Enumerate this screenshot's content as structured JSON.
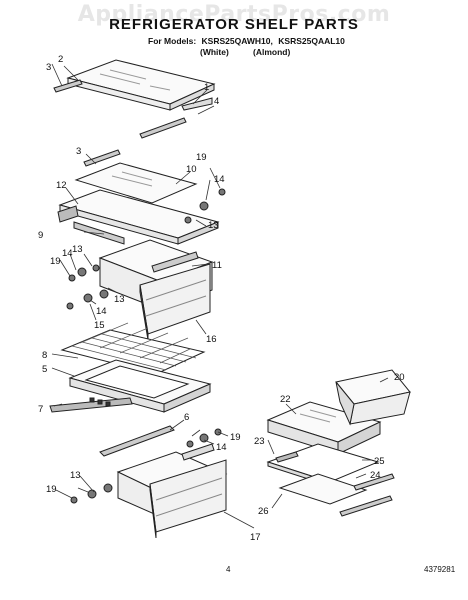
{
  "watermark": "AppliancePartsPros.com",
  "title": "REFRIGERATOR SHELF PARTS",
  "models": {
    "prefix": "For Models:",
    "white_model": "KSRS25QAWH10,",
    "almond_model": "KSRS25QAAL10",
    "white_label": "(White)",
    "almond_label": "(Almond)"
  },
  "callouts": [
    "1",
    "2",
    "3",
    "4",
    "3",
    "10",
    "12",
    "19",
    "14",
    "9",
    "13",
    "13",
    "14",
    "19",
    "11",
    "13",
    "14",
    "15",
    "16",
    "8",
    "5",
    "7",
    "6",
    "19",
    "14",
    "13",
    "19",
    "17",
    "20",
    "22",
    "23",
    "25",
    "24",
    "26"
  ],
  "page_number": "4",
  "part_number": "4379281"
}
